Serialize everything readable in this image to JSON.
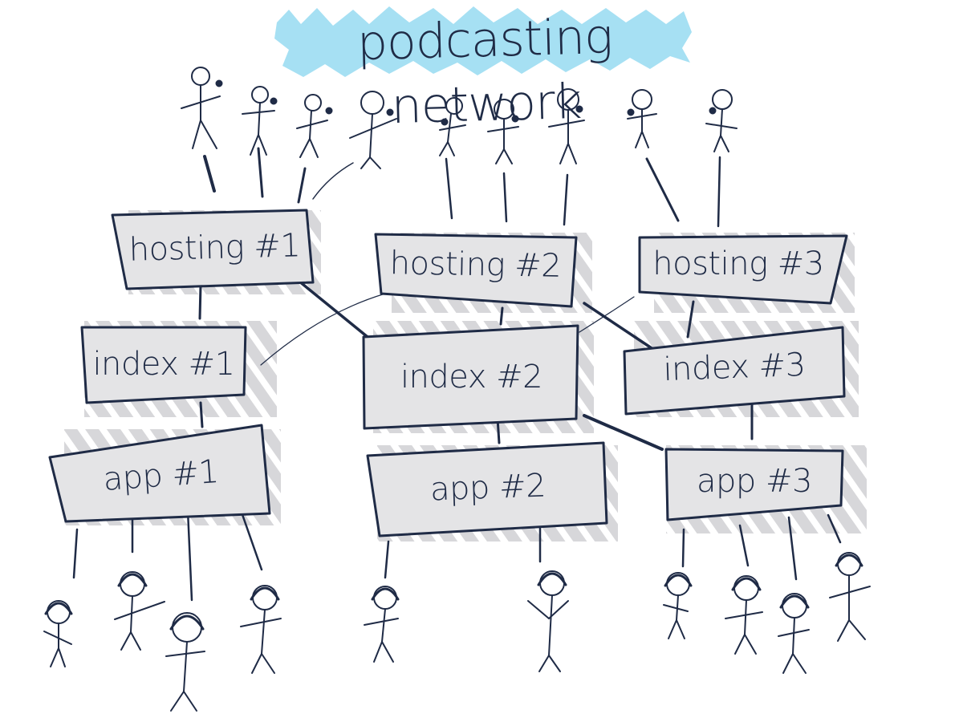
{
  "title": "podcasting network",
  "colors": {
    "ink": "#1f2b46",
    "box_fill": "#e4e4e6",
    "shadow": "#d0d0d3",
    "highlight": "#a6e0f3"
  },
  "figures": {
    "podcaster_icon": "stick-figure-with-microphone-icon",
    "listener_icon": "stick-figure-with-headphones-icon"
  },
  "nodes": {
    "hosting_1": "hosting #1",
    "hosting_2": "hosting #2",
    "hosting_3": "hosting #3",
    "index_1": "index #1",
    "index_2": "index #2",
    "index_3": "index #3",
    "app_1": "app #1",
    "app_2": "app #2",
    "app_3": "app #3"
  }
}
